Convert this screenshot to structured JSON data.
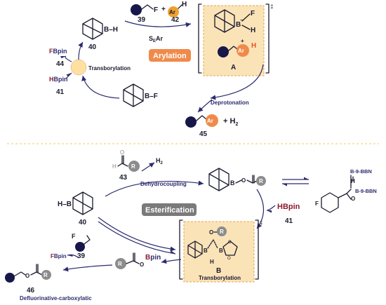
{
  "top": {
    "reagents": {
      "f_label": "F",
      "n39": "39",
      "plus": "+",
      "ar": "Ar",
      "h": "H",
      "n42": "42"
    },
    "seAr": {
      "base": "S",
      "sub": "E",
      "tail": "Ar"
    },
    "n40": "40",
    "bh_label": "B–H",
    "ts_A": {
      "label": "A",
      "dagger": "‡",
      "b_minus": "B",
      "minus": "−",
      "f": "F",
      "h": "H",
      "ar": "Ar",
      "plus": "+",
      "h_red": "H"
    },
    "arylation": "Arylation",
    "fbpin": {
      "F": "F",
      "Bpin": "Bpin"
    },
    "n44": "44",
    "transborylation": "Transborylation",
    "hbpin": {
      "H": "H",
      "Bpin": "Bpin"
    },
    "n41": "41",
    "bf_label": "B–F",
    "deprotonation": "Deprotonation",
    "product": {
      "ar": "Ar",
      "plus_h2": "+ H",
      "sub2": "2",
      "n45": "45"
    }
  },
  "bottom": {
    "acid": {
      "H": "H",
      "O": "O",
      "R": "R",
      "n43": "43"
    },
    "h2": {
      "H": "H",
      "sub": "2"
    },
    "dehydrocoupling": "Dehydrocoupling",
    "ester_bbn": {
      "B": "B",
      "O": "O",
      "R": "R"
    },
    "dimer": {
      "b9bbn_1": "B-9-BBN",
      "b9bbn_2": "B-9-BBN",
      "H": "H",
      "F": "F",
      "O": "O"
    },
    "hb": {
      "label": "H–B",
      "n40": "40"
    },
    "esterification": "Esterification",
    "hbpin_red": "HBpin",
    "n41": "41",
    "ts_B": {
      "label": "B",
      "dagger": "‡",
      "O": "O",
      "R": "R",
      "B1": "B",
      "B2": "B",
      "H": "H",
      "O2": "O",
      "O3": "O",
      "transborylation": "Transborylation"
    },
    "fbpin": {
      "F": "F",
      "Bpin": "Bpin"
    },
    "f39": {
      "F": "F",
      "n39": "39"
    },
    "boryl_ester": {
      "R": "R",
      "O": "O",
      "B": "B",
      "pin": "pin"
    },
    "product46": {
      "R": "R",
      "O": "O",
      "n46": "46"
    },
    "defluorinative": "Defluorinative-carboxylatic"
  },
  "colors": {
    "navy": "#2b2b6e",
    "orange_pill": "#f08a4b",
    "grey_pill": "#7a7a7a",
    "box_fill": "#fbe3b8",
    "box_border": "#e0a84a",
    "bead": "#17174a",
    "ar_circle": "#f0a030",
    "r_circle": "#8c8c8c",
    "borylation_circle": "#ffe0a0",
    "divider": "#f2d680",
    "bpin_red": "#8b1a2e"
  }
}
